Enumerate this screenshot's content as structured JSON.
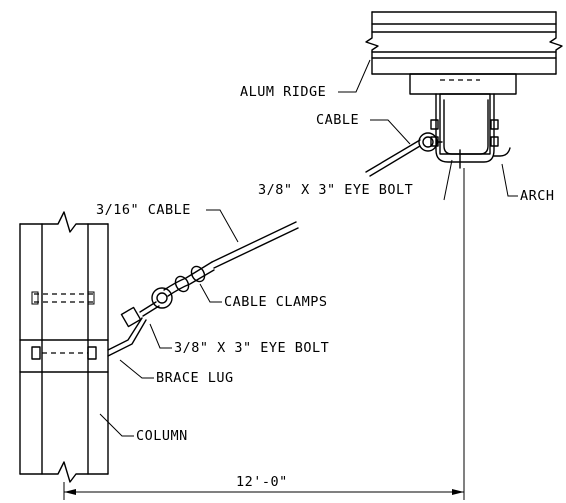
{
  "labels": {
    "alum_ridge": "ALUM RIDGE",
    "cable": "CABLE",
    "eye_bolt_top": "3/8\" X 3\" EYE BOLT",
    "arch": "ARCH",
    "cable_3_16": "3/16\" CABLE",
    "cable_clamps": "CABLE CLAMPS",
    "eye_bolt_bottom": "3/8\" X 3\" EYE BOLT",
    "brace_lug": "BRACE LUG",
    "column": "COLUMN",
    "dimension": "12'-0\""
  }
}
